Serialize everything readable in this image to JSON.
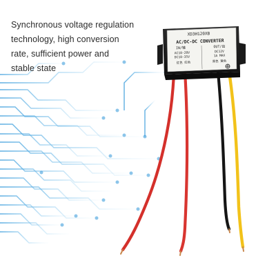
{
  "headline": {
    "lines": [
      "Synchronous voltage regulation",
      "technology, high conversion",
      "rate, sufficient power and",
      "stable state"
    ]
  },
  "module_label": {
    "model": "XD3H120XB",
    "title": "AC/DC-DC CONVERTER",
    "input_header": "IN/输",
    "output_header": "OUT/出",
    "input_line1": "AC18-28V",
    "input_line2": "DC18-35V",
    "output_line1": "DC12V",
    "output_line2": "1A MAX",
    "input_colors": "红色 红色",
    "output_colors": "黑色 黄色"
  },
  "colors": {
    "module_body": "#1c1c1c",
    "label_bg": "#f4f4f0",
    "wire_red": "#d4302b",
    "wire_black": "#151515",
    "wire_yellow": "#f2c21a",
    "circuit_blue": "#4aa8df",
    "headline_text": "#2b2b2b"
  }
}
